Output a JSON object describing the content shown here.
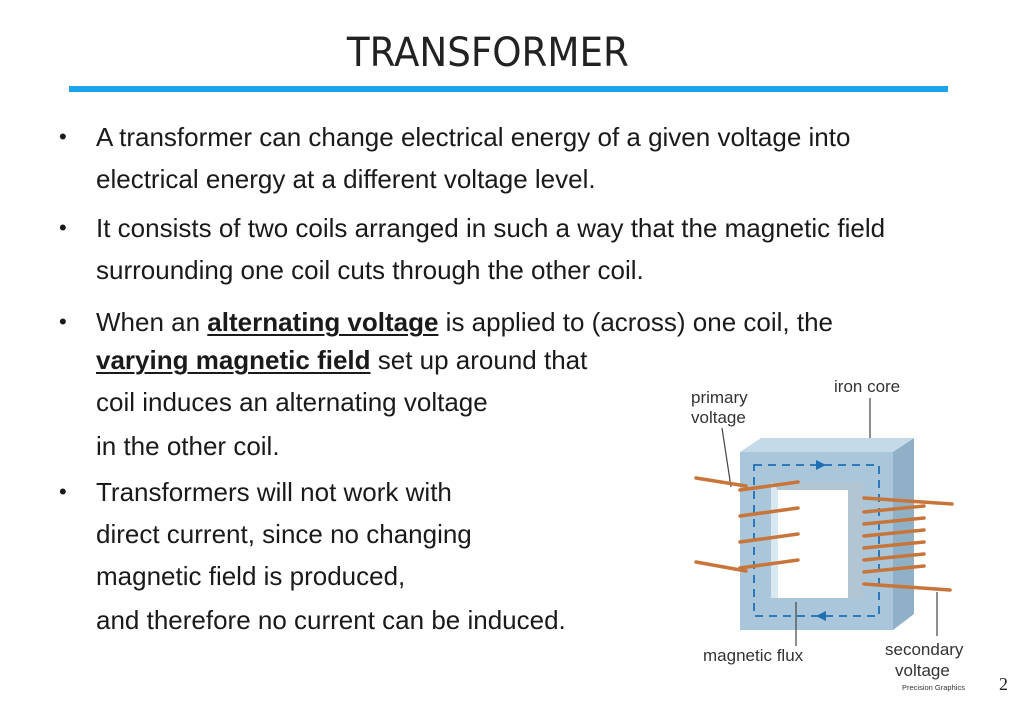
{
  "title": "TRANSFORMER",
  "bullets": [
    {
      "lines": [
        "A transformer can change electrical energy of a given voltage into",
        "electrical energy at a different voltage level."
      ]
    },
    {
      "lines": [
        "It consists of two coils arranged in such a way that the magnetic field",
        "surrounding one coil cuts through the other coil."
      ]
    },
    {
      "line1_a": "When an ",
      "line1_b": "alternating voltage",
      "line1_c": " is applied to (across) one coil, the",
      "line2_a": "varying magnetic field",
      "line2_b": " set up around that",
      "line3": "coil induces an alternating voltage",
      "line4": "in the other coil."
    },
    {
      "lines": [
        "Transformers will not work with",
        "direct current, since no changing",
        "magnetic field is produced,",
        "and therefore no current can be induced."
      ]
    }
  ],
  "bullet_symbol": "•",
  "diagram": {
    "label_primary_1": "primary",
    "label_primary_2": "voltage",
    "label_iron_core": "iron core",
    "label_magnetic_flux": "magnetic flux",
    "label_secondary_1": "secondary",
    "label_secondary_2": "voltage",
    "credit": "Precision Graphics",
    "colors": {
      "core_front": "#a9c6da",
      "core_side": "#8fb0c7",
      "flux_arrow": "#1f6fb5",
      "copper": "#c8753a"
    }
  },
  "page_number": "2",
  "accent_color": "#1aa3e8"
}
